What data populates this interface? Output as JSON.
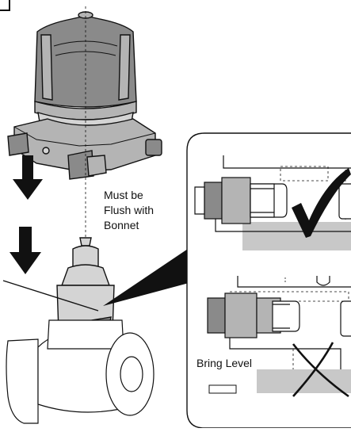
{
  "callouts": {
    "flush_line1": "Must be",
    "flush_line2": "Flush with",
    "flush_line3": "Bonnet",
    "bring_level": "Bring Level"
  },
  "colors": {
    "outline": "#111111",
    "gray_dark": "#8a8a8a",
    "gray_mid": "#b4b4b4",
    "gray_light": "#d4d4d4",
    "gray_fill": "#c8c8c8"
  }
}
